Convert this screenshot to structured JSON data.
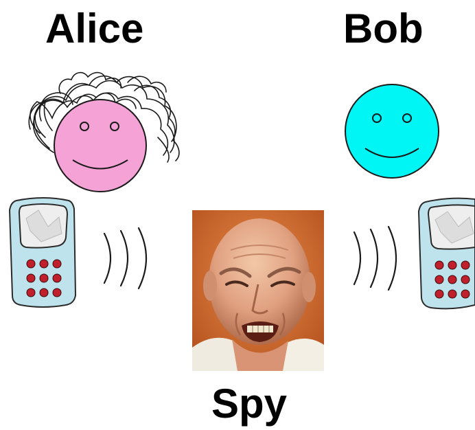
{
  "labels": {
    "alice": "Alice",
    "bob": "Bob",
    "spy": "Spy"
  },
  "colors": {
    "alice_face": "#f5a3d6",
    "bob_face": "#00f5f5",
    "phone_body": "#bfe3ec",
    "phone_keys": "#c0202c",
    "photo_background": "#d8753c"
  },
  "icons": {
    "alice": "smiley-face-with-curly-hair-icon",
    "bob": "smiley-face-icon",
    "alice_phone": "mobile-phone-icon",
    "bob_phone": "mobile-phone-icon",
    "signal_left": "radio-waves-icon",
    "signal_right": "radio-waves-icon",
    "spy": "angry-man-photo"
  }
}
